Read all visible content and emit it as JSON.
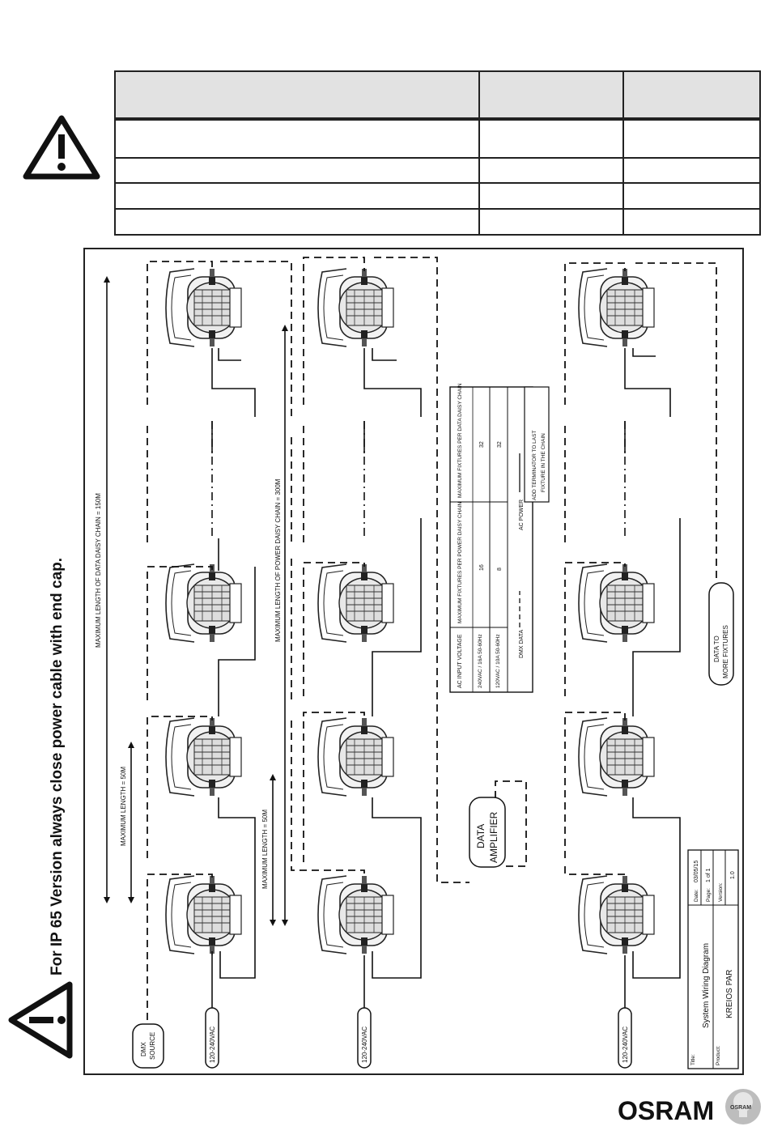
{
  "warning": {
    "notice": "For IP 65 Version always close power cable with end cap."
  },
  "top_table": {
    "rows": 5,
    "cols": 3
  },
  "diagram": {
    "labels": {
      "dmx_source": [
        "DMX",
        "SOURCE"
      ],
      "power_input": "120-240VAC",
      "data_amplifier": [
        "DATA",
        "AMPLIFIER"
      ],
      "data_more": [
        "DATA TO",
        "MORE FIXTURES"
      ],
      "max_len_50_a": "MAXIMUM LENGTH = 50M",
      "max_len_50_b": "MAXIMUM LENGTH = 50M",
      "max_data_chain": "MAXIMUM LENGTH OF DATA DAISY CHAIN = 150M",
      "max_power_chain": "MAXIMUM LENGTH OF POWER DAISY CHAIN = 300M"
    },
    "spec_table": {
      "headers": [
        "AC INPUT VOLTAGE",
        "MAXIMUM FIXTURES PER POWER DAISY CHAIN",
        "MAXIMUM FIXTURES PER DATA DAISY CHAIN"
      ],
      "rows": [
        [
          "240VAC / 16A 50-60Hz",
          "16",
          "32"
        ],
        [
          "120VAC / 10A 50-60Hz",
          "8",
          "32"
        ]
      ],
      "legend_dmx": "DMX DATA",
      "legend_ac": "AC POWER",
      "terminator_note": [
        "ADD TERMINATOR TO LAST",
        "FIXTURE IN THE CHAIN"
      ]
    },
    "title_block": {
      "title_label": "Title:",
      "title": "System Wiring Diagram",
      "product_label": "Product:",
      "product": "KREIOS PAR",
      "date_label": "Date:",
      "date": "03/05/15",
      "page_label": "Page:",
      "page": "1 of 1",
      "version_label": "Version:",
      "version": "1.0"
    }
  },
  "brand": {
    "name": "OSRAM",
    "badge": "OSRAM"
  }
}
